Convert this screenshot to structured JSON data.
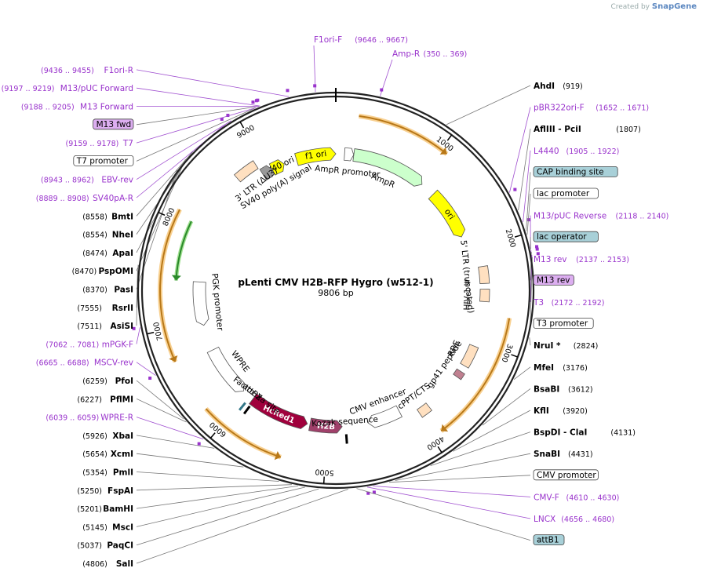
{
  "credit": {
    "prefix": "Created by",
    "brand": "SnapGene"
  },
  "map": {
    "title": "pLenti CMV H2B-RFP Hygro (w512-1)",
    "length": "9806 bp",
    "total_bp": 9806
  },
  "ticks": [
    {
      "bp": 1000,
      "label": "1000"
    },
    {
      "bp": 2000,
      "label": "2000"
    },
    {
      "bp": 3000,
      "label": "3000"
    },
    {
      "bp": 4000,
      "label": "4000"
    },
    {
      "bp": 5000,
      "label": "5000"
    },
    {
      "bp": 6000,
      "label": "6000"
    },
    {
      "bp": 7000,
      "label": "7000"
    },
    {
      "bp": 8000,
      "label": "8000"
    },
    {
      "bp": 9000,
      "label": "9000"
    }
  ],
  "right_labels": [
    {
      "text": "AhdI",
      "coord": "(919)",
      "type": "enzyme",
      "bp": 919
    },
    {
      "text": "pBR322ori-F",
      "coord": "(1652 .. 1671)",
      "type": "primer",
      "bp": 1652
    },
    {
      "text": "AflIII  - PciI",
      "coord": "(1807)",
      "type": "enzyme",
      "bp": 1807
    },
    {
      "text": "L4440",
      "coord": "(1905 .. 1922)",
      "type": "primer",
      "bp": 1905
    },
    {
      "text": "CAP binding site",
      "coord": "",
      "type": "box-blue",
      "bp": 1980
    },
    {
      "text": "lac promoter",
      "coord": "",
      "type": "box-white",
      "bp": 2010
    },
    {
      "text": "M13/pUC Reverse",
      "coord": "(2118 .. 2140)",
      "type": "primer",
      "bp": 2118
    },
    {
      "text": "lac operator",
      "coord": "",
      "type": "box-blue",
      "bp": 2130
    },
    {
      "text": "M13 rev",
      "coord": "(2137 .. 2153)",
      "type": "primer",
      "bp": 2137
    },
    {
      "text": "M13 rev",
      "coord": "",
      "type": "box-purple",
      "bp": 2150
    },
    {
      "text": "T3",
      "coord": "(2172 .. 2192)",
      "type": "primer",
      "bp": 2172
    },
    {
      "text": "T3 promoter",
      "coord": "",
      "type": "box-white",
      "bp": 2190
    },
    {
      "text": "NruI *",
      "coord": "(2824)",
      "type": "enzyme",
      "bp": 2824
    },
    {
      "text": "MfeI",
      "coord": "(3176)",
      "type": "enzyme",
      "bp": 3176
    },
    {
      "text": "BsaBI",
      "coord": "(3612)",
      "type": "enzyme",
      "bp": 3612
    },
    {
      "text": "KflI",
      "coord": "(3920)",
      "type": "enzyme",
      "bp": 3920
    },
    {
      "text": "BspDI  - ClaI",
      "coord": "(4131)",
      "type": "enzyme",
      "bp": 4131
    },
    {
      "text": "SnaBI",
      "coord": "(4431)",
      "type": "enzyme",
      "bp": 4431
    },
    {
      "text": "CMV promoter",
      "coord": "",
      "type": "box-white",
      "bp": 4480
    },
    {
      "text": "CMV-F",
      "coord": "(4610 .. 4630)",
      "type": "primer",
      "bp": 4610
    },
    {
      "text": "LNCX",
      "coord": "(4656 .. 4680)",
      "type": "primer",
      "bp": 4656
    },
    {
      "text": "attB1",
      "coord": "",
      "type": "box-blue",
      "bp": 4740
    }
  ],
  "left_labels": [
    {
      "text": "SalI",
      "coord": "(4806)",
      "type": "enzyme",
      "bp": 4806
    },
    {
      "text": "PaqCI",
      "coord": "(5037)",
      "type": "enzyme",
      "bp": 5037
    },
    {
      "text": "MscI",
      "coord": "(5145)",
      "type": "enzyme",
      "bp": 5145
    },
    {
      "text": "BamHI",
      "coord": "(5201)",
      "type": "enzyme",
      "bp": 5201
    },
    {
      "text": "FspAI",
      "coord": "(5250)",
      "type": "enzyme",
      "bp": 5250
    },
    {
      "text": "PmlI",
      "coord": "(5354)",
      "type": "enzyme",
      "bp": 5354
    },
    {
      "text": "XcmI",
      "coord": "(5654)",
      "type": "enzyme",
      "bp": 5654
    },
    {
      "text": "XbaI",
      "coord": "(5926)",
      "type": "enzyme",
      "bp": 5926
    },
    {
      "text": "WPRE-R",
      "coord": "(6039 .. 6059)",
      "type": "primer",
      "bp": 6039
    },
    {
      "text": "PflMI",
      "coord": "(6227)",
      "type": "enzyme",
      "bp": 6227
    },
    {
      "text": "PfoI",
      "coord": "(6259)",
      "type": "enzyme",
      "bp": 6259
    },
    {
      "text": "MSCV-rev",
      "coord": "(6665 .. 6688)",
      "type": "primer",
      "bp": 6665
    },
    {
      "text": "mPGK-F",
      "coord": "(7062 .. 7081)",
      "type": "primer",
      "bp": 7062
    },
    {
      "text": "AsiSI",
      "coord": "(7511)",
      "type": "enzyme",
      "bp": 7511
    },
    {
      "text": "RsrII",
      "coord": "(7555)",
      "type": "enzyme",
      "bp": 7555
    },
    {
      "text": "PasI",
      "coord": "(8370)",
      "type": "enzyme",
      "bp": 8370
    },
    {
      "text": "PspOMI",
      "coord": "(8470)",
      "type": "enzyme",
      "bp": 8470
    },
    {
      "text": "ApaI",
      "coord": "(8474)",
      "type": "enzyme",
      "bp": 8474
    },
    {
      "text": "NheI",
      "coord": "(8554)",
      "type": "enzyme",
      "bp": 8554
    },
    {
      "text": "BmtI",
      "coord": "(8558)",
      "type": "enzyme",
      "bp": 8558
    },
    {
      "text": "SV40pA-R",
      "coord": "(8889 .. 8908)",
      "type": "primer",
      "bp": 8889
    },
    {
      "text": "EBV-rev",
      "coord": "(8943 .. 8962)",
      "type": "primer",
      "bp": 8943
    },
    {
      "text": "T7 promoter",
      "coord": "",
      "type": "box-white",
      "bp": 9150
    },
    {
      "text": "T7",
      "coord": "(9159 .. 9178)",
      "type": "primer",
      "bp": 9159
    },
    {
      "text": "M13 fwd",
      "coord": "",
      "type": "box-purple",
      "bp": 9190
    },
    {
      "text": "M13 Forward",
      "coord": "(9188 .. 9205)",
      "type": "primer",
      "bp": 9188
    },
    {
      "text": "M13/pUC Forward",
      "coord": "(9197 .. 9219)",
      "type": "primer",
      "bp": 9197
    },
    {
      "text": "F1ori-R",
      "coord": "(9436 .. 9455)",
      "type": "primer",
      "bp": 9436
    }
  ],
  "top_labels": [
    {
      "text": "F1ori-F",
      "coord": "(9646 .. 9667)",
      "type": "primer",
      "bp": 9646
    },
    {
      "text": "Amp-R",
      "coord": "(350 .. 369)",
      "type": "primer",
      "bp": 350
    }
  ],
  "features": [
    {
      "name": "f1 ori",
      "start": 9350,
      "end": 9806,
      "color": "#ffff00",
      "dir": 1,
      "label": "f1 ori"
    },
    {
      "name": "AmpR promoter",
      "start": 100,
      "end": 205,
      "color": "#ffffff",
      "dir": 1,
      "label": "AmpR promoter"
    },
    {
      "name": "AmpR",
      "start": 206,
      "end": 1066,
      "color": "#ccffcc",
      "dir": 1,
      "label": "AmpR"
    },
    {
      "name": "ori",
      "start": 1237,
      "end": 1825,
      "color": "#ffff00",
      "dir": 1,
      "label": "ori"
    },
    {
      "name": "HcRed1",
      "start": 5230,
      "end": 5920,
      "color": "#a0003c",
      "dir": -1,
      "label": "HcRed1"
    },
    {
      "name": "H2B",
      "start": 4830,
      "end": 5200,
      "color": "#a0406a",
      "dir": -1,
      "label": "H2B"
    },
    {
      "name": "CMV enhancer",
      "start": 4150,
      "end": 4530,
      "color": "#ffffff",
      "dir": 1,
      "label": "CMV enhancer"
    },
    {
      "name": "WPRE",
      "start": 6060,
      "end": 6650,
      "color": "#ffffff",
      "dir": -1,
      "label": "WPRE"
    },
    {
      "name": "PGK promoter",
      "start": 6950,
      "end": 7450,
      "color": "#ffffff",
      "dir": -1,
      "label": "PGK promoter"
    },
    {
      "name": "SV40 ori",
      "start": 9050,
      "end": 9200,
      "color": "#ffff00",
      "dir": 1,
      "label": "SV40 ori"
    },
    {
      "name": "SV40 poly(A) signal",
      "start": 8930,
      "end": 9050,
      "color": "#999999",
      "dir": 1,
      "label": "SV40 poly(A) signal"
    },
    {
      "name": "3' LTR (ΔU3)",
      "start": 8680,
      "end": 8920,
      "color": "#ffe0c0",
      "dir": 0,
      "label": "3' LTR (ΔU3)"
    },
    {
      "name": "5' LTR (truncated)",
      "start": 2200,
      "end": 2380,
      "color": "#ffe0c0",
      "dir": 0,
      "label": "5' LTR (truncated)"
    },
    {
      "name": "HIV-1 Ψ",
      "start": 2440,
      "end": 2570,
      "color": "#ffe0c0",
      "dir": 0,
      "label": "HIV-1 Ψ"
    },
    {
      "name": "RRE",
      "start": 3050,
      "end": 3280,
      "color": "#ffe0c0",
      "dir": 0,
      "label": "RRE"
    },
    {
      "name": "gp41 peptide",
      "start": 3350,
      "end": 3420,
      "color": "#c08090",
      "dir": 0,
      "label": "gp41 peptide"
    },
    {
      "name": "cPPT/CTS",
      "start": 3850,
      "end": 3970,
      "color": "#ffe0c0",
      "dir": 0,
      "label": "cPPT/CTS"
    },
    {
      "name": "Factor Xa site",
      "start": 5900,
      "end": 5920,
      "color": "#000000",
      "dir": 0,
      "label": "Factor Xa site"
    },
    {
      "name": "Kozak sequence",
      "start": 4790,
      "end": 4800,
      "color": "#000000",
      "dir": 0,
      "label": "Kozak sequence"
    },
    {
      "name": "attB2",
      "start": 5960,
      "end": 5990,
      "color": "#337788",
      "dir": 0,
      "label": "attB2"
    }
  ],
  "outer_arcs": [
    {
      "name": "AmpR-orf",
      "start": 206,
      "end": 1066,
      "dir": 1
    },
    {
      "name": "NruI-orf",
      "start": 2700,
      "end": 3900,
      "dir": 1
    },
    {
      "name": "lower-orf",
      "start": 5400,
      "end": 6200,
      "dir": -1
    },
    {
      "name": "left-orf",
      "start": 6700,
      "end": 8100,
      "dir": -1
    }
  ],
  "colors": {
    "primer": "#9933cc",
    "enzyme": "#000000",
    "box_blue": "#a8d0d8",
    "box_purple": "#dcaef0",
    "orf": "#f0a030",
    "hygro": "#2a8a2a"
  }
}
